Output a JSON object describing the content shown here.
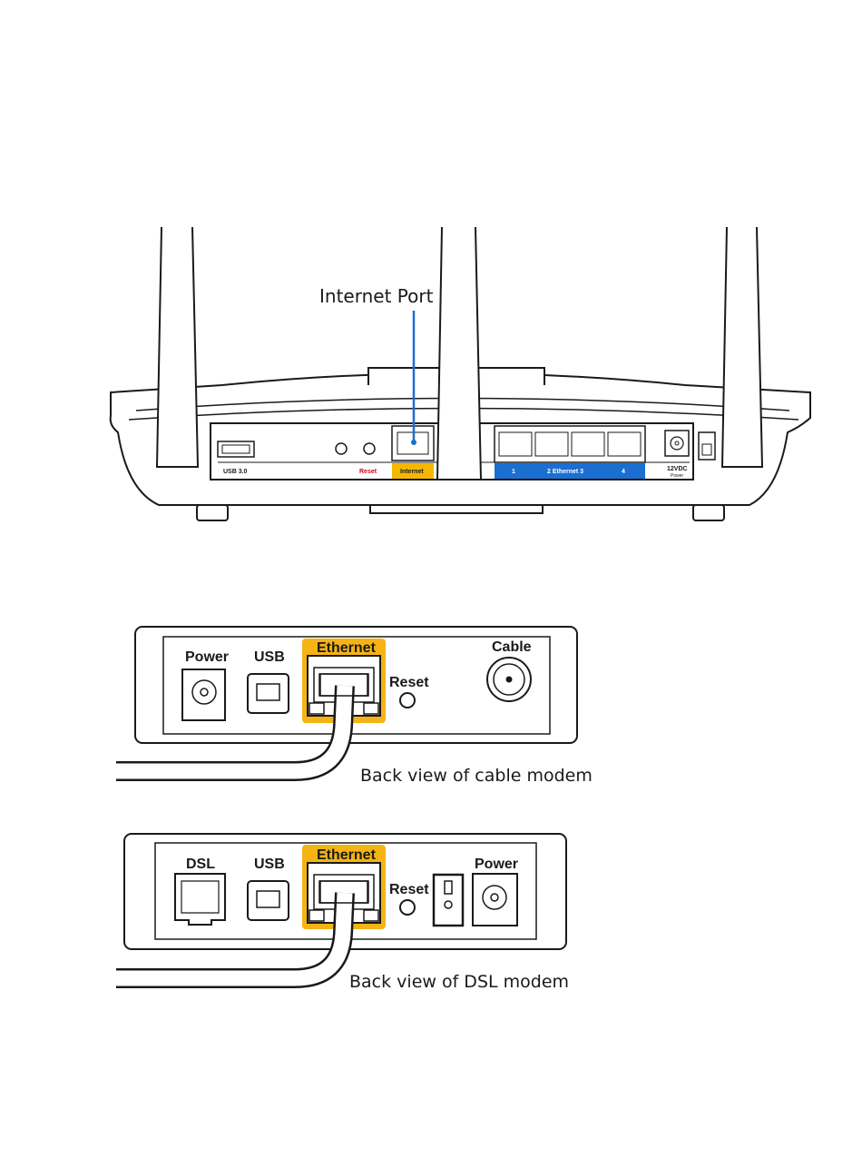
{
  "router": {
    "callout": "Internet Port",
    "labels": {
      "usb": "USB 3.0",
      "reset": "Reset",
      "internet": "Internet",
      "eth1": "1",
      "eth_mid": "2  Ethernet  3",
      "eth4": "4",
      "power_top": "12VDC",
      "power_bottom": "Power"
    }
  },
  "cable_modem": {
    "caption": "Back view of cable modem",
    "labels": {
      "power": "Power",
      "usb": "USB",
      "ethernet": "Ethernet",
      "reset": "Reset",
      "cable": "Cable"
    }
  },
  "dsl_modem": {
    "caption": "Back view of DSL modem",
    "labels": {
      "dsl": "DSL",
      "usb": "USB",
      "ethernet": "Ethernet",
      "reset": "Reset",
      "power": "Power"
    }
  },
  "colors": {
    "internet_port": "#f5b800",
    "ethernet_ports": "#1a6fd1",
    "callout_line": "#1a6fd1",
    "reset_text": "#d0021b",
    "modem_ethernet_highlight": "#f5b315"
  }
}
